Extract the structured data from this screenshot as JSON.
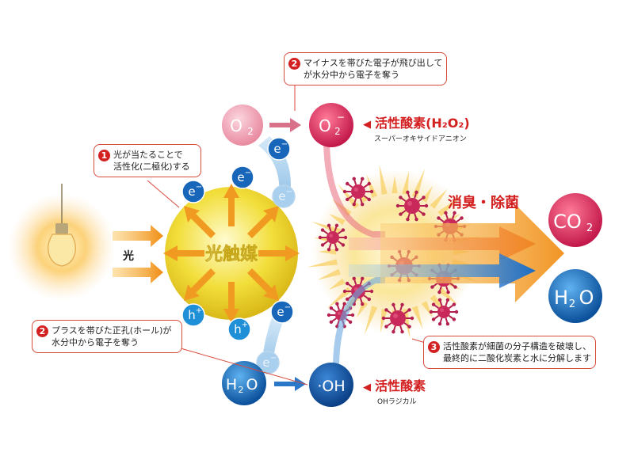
{
  "light": {
    "label": "光"
  },
  "catalyst": {
    "label": "光触媒"
  },
  "electrons": {
    "symbol": "e",
    "sign": "−"
  },
  "holes": {
    "symbol": "h",
    "sign": "+"
  },
  "o2": {
    "main": "O",
    "sub": "2"
  },
  "o2_minus": {
    "main": "O",
    "sub": "2",
    "sup": "−"
  },
  "h2o_left": {
    "main": "H",
    "sub": "2",
    "tail": "O"
  },
  "oh": {
    "label": "·OH"
  },
  "co2": {
    "main": "CO",
    "sub": "2"
  },
  "h2o_right": {
    "main": "H",
    "sub": "2",
    "tail": "O"
  },
  "superoxide": {
    "title": "活性酸素(H₂O₂)",
    "subtitle": "スーパーオキサイドアニオン"
  },
  "hydroxyl": {
    "title": "活性酸素",
    "subtitle": "OHラジカル"
  },
  "result": {
    "label": "消臭・除菌"
  },
  "callouts": [
    {
      "num": "1",
      "lines": [
        "光が当たることで",
        "活性化(二極化)する"
      ]
    },
    {
      "num": "2",
      "lines": [
        "マイナスを帯びた電子が飛び出して",
        "が水分中から電子を奪う"
      ]
    },
    {
      "num": "2",
      "lines": [
        "プラスを帯びた正孔(ホール)が",
        "水分中から電子を奪う"
      ]
    },
    {
      "num": "3",
      "lines": [
        "活性酸素が細菌の分子構造を破壊し、",
        "最終的に二酸化炭素と水に分解します"
      ]
    }
  ],
  "colors": {
    "orange": "#f39a1e",
    "red": "#e8202a",
    "blue": "#1a6fc0",
    "pink": "#d83a5a",
    "catalyst": "#f2dc2c"
  }
}
